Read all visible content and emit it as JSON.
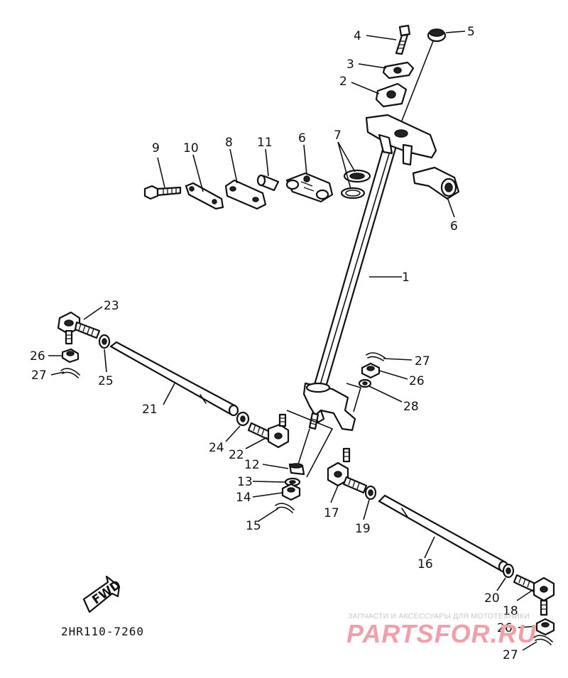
{
  "diagram": {
    "drawing_code": "2HR110-7260",
    "fwd_label": "FWD",
    "watermark": {
      "caption": "ЗАПЧАСТИ И АКСЕССУАРЫ ДЛЯ МОТОТЕХНИКИ",
      "brand": "PARTSFOR.RU"
    }
  },
  "callouts": [
    {
      "id": "c4",
      "text": "4"
    },
    {
      "id": "c5",
      "text": "5"
    },
    {
      "id": "c3",
      "text": "3"
    },
    {
      "id": "c2",
      "text": "2"
    },
    {
      "id": "c9",
      "text": "9"
    },
    {
      "id": "c10",
      "text": "10"
    },
    {
      "id": "c8",
      "text": "8"
    },
    {
      "id": "c11",
      "text": "11"
    },
    {
      "id": "c6a",
      "text": "6"
    },
    {
      "id": "c7",
      "text": "7"
    },
    {
      "id": "c6b",
      "text": "6"
    },
    {
      "id": "c1",
      "text": "1"
    },
    {
      "id": "c23",
      "text": "23"
    },
    {
      "id": "c26a",
      "text": "26"
    },
    {
      "id": "c27a",
      "text": "27"
    },
    {
      "id": "c25",
      "text": "25"
    },
    {
      "id": "c21",
      "text": "21"
    },
    {
      "id": "c27b",
      "text": "27"
    },
    {
      "id": "c26b",
      "text": "26"
    },
    {
      "id": "c28",
      "text": "28"
    },
    {
      "id": "c24",
      "text": "24"
    },
    {
      "id": "c22",
      "text": "22"
    },
    {
      "id": "c12",
      "text": "12"
    },
    {
      "id": "c13",
      "text": "13"
    },
    {
      "id": "c14",
      "text": "14"
    },
    {
      "id": "c15",
      "text": "15"
    },
    {
      "id": "c17",
      "text": "17"
    },
    {
      "id": "c19",
      "text": "19"
    },
    {
      "id": "c16",
      "text": "16"
    },
    {
      "id": "c20",
      "text": "20"
    },
    {
      "id": "c18",
      "text": "18"
    },
    {
      "id": "c26c",
      "text": "26"
    },
    {
      "id": "c27c",
      "text": "27"
    }
  ]
}
